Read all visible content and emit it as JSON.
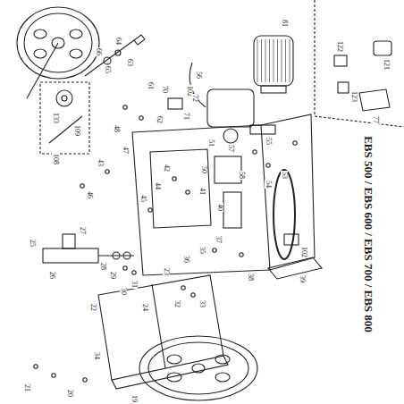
{
  "diagram": {
    "title": "EBS 500 / EBS 600 / EBS 700 / EBS 800",
    "labels": [
      "81",
      "55",
      "56",
      "57",
      "58",
      "102",
      "102",
      "122",
      "121",
      "123",
      "77",
      "66",
      "65",
      "64",
      "63",
      "61",
      "62",
      "70",
      "71",
      "72",
      "133",
      "109",
      "108",
      "48",
      "47",
      "46",
      "43",
      "44",
      "45",
      "42",
      "41",
      "40",
      "50",
      "51",
      "54",
      "53",
      "39",
      "38",
      "37",
      "36",
      "35",
      "34",
      "33",
      "32",
      "31",
      "30",
      "29",
      "28",
      "27",
      "26",
      "25",
      "24",
      "23",
      "22",
      "21",
      "20",
      "19"
    ]
  }
}
